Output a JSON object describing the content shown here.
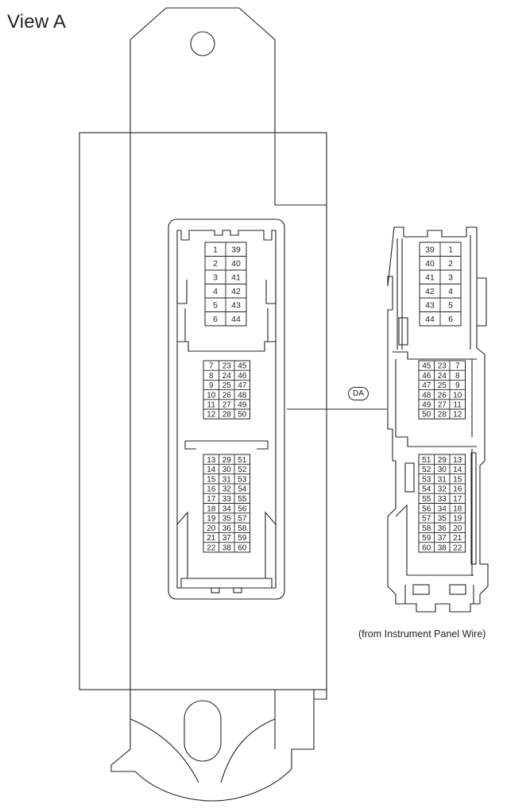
{
  "title": "View A",
  "connector_label": "DA",
  "caption": "(from Instrument Panel Wire)",
  "left_connector": {
    "top_rows": [
      [
        "1",
        "39"
      ],
      [
        "2",
        "40"
      ],
      [
        "3",
        "41"
      ],
      [
        "4",
        "42"
      ],
      [
        "5",
        "43"
      ],
      [
        "6",
        "44"
      ]
    ],
    "middle_rows": [
      [
        "7",
        "23",
        "45"
      ],
      [
        "8",
        "24",
        "46"
      ],
      [
        "9",
        "25",
        "47"
      ],
      [
        "10",
        "26",
        "48"
      ],
      [
        "11",
        "27",
        "49"
      ],
      [
        "12",
        "28",
        "50"
      ]
    ],
    "bottom_rows": [
      [
        "13",
        "29",
        "51"
      ],
      [
        "14",
        "30",
        "52"
      ],
      [
        "15",
        "31",
        "53"
      ],
      [
        "16",
        "32",
        "54"
      ],
      [
        "17",
        "33",
        "55"
      ],
      [
        "18",
        "34",
        "56"
      ],
      [
        "19",
        "35",
        "57"
      ],
      [
        "20",
        "36",
        "58"
      ],
      [
        "21",
        "37",
        "59"
      ],
      [
        "22",
        "38",
        "60"
      ]
    ]
  },
  "right_connector": {
    "top_rows": [
      [
        "39",
        "1"
      ],
      [
        "40",
        "2"
      ],
      [
        "41",
        "3"
      ],
      [
        "42",
        "4"
      ],
      [
        "43",
        "5"
      ],
      [
        "44",
        "6"
      ]
    ],
    "middle_rows": [
      [
        "45",
        "23",
        "7"
      ],
      [
        "46",
        "24",
        "8"
      ],
      [
        "47",
        "25",
        "9"
      ],
      [
        "48",
        "26",
        "10"
      ],
      [
        "49",
        "27",
        "11"
      ],
      [
        "50",
        "28",
        "12"
      ]
    ],
    "bottom_rows": [
      [
        "51",
        "29",
        "13"
      ],
      [
        "52",
        "30",
        "14"
      ],
      [
        "53",
        "31",
        "15"
      ],
      [
        "54",
        "32",
        "16"
      ],
      [
        "55",
        "33",
        "17"
      ],
      [
        "56",
        "34",
        "18"
      ],
      [
        "57",
        "35",
        "19"
      ],
      [
        "58",
        "36",
        "20"
      ],
      [
        "59",
        "37",
        "21"
      ],
      [
        "60",
        "38",
        "22"
      ]
    ]
  }
}
